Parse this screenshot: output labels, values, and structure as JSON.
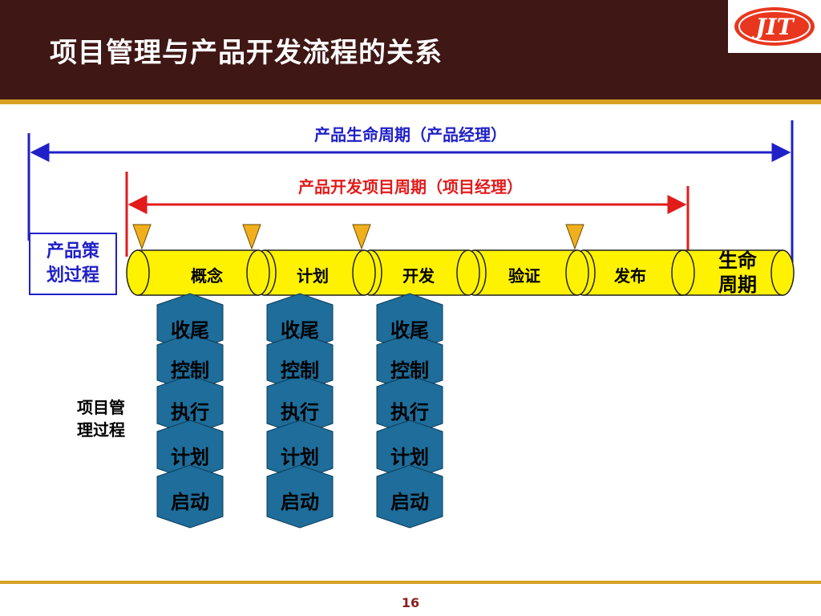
{
  "header": {
    "title": "项目管理与产品开发流程的关系",
    "logo_text": "JIT"
  },
  "product_lifecycle_label": "产品生命周期（产品经理）",
  "project_cycle_label": "产品开发项目周期（项目经理）",
  "planning_box": {
    "line1": "产品策",
    "line2": "划过程"
  },
  "phases": [
    "概念",
    "计划",
    "开发",
    "验证",
    "发布"
  ],
  "lifecycle_end": {
    "line1": "生命",
    "line2": "周期"
  },
  "pm_process_label": {
    "line1": "项目管",
    "line2": "理过程"
  },
  "pm_steps": [
    "收尾",
    "控制",
    "执行",
    "计划",
    "启动"
  ],
  "page_number": "16",
  "colors": {
    "header_bg": "#3f1715",
    "accent_gold": "#d6a022",
    "blue": "#2020c8",
    "red": "#e21b1b",
    "cylinder_yellow": "#fff200",
    "stack_teal": "#1e6d9a",
    "logo_red": "#e8371e"
  }
}
